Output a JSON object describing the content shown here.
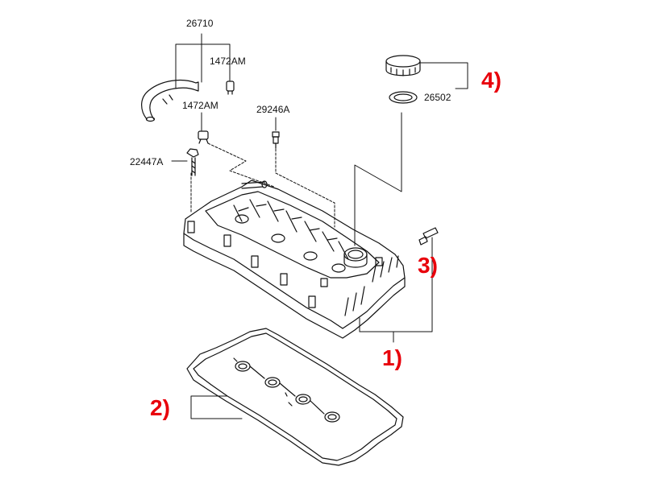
{
  "parts": {
    "hose_part": "26710",
    "clamp_upper": "1472AM",
    "clamp_lower": "1472AM",
    "sensor_part": "29246A",
    "bolt_part": "22447A",
    "gasket_ring_part": "26502"
  },
  "callouts": {
    "cover": "1)",
    "gasket": "2)",
    "breather": "3)",
    "oil_cap": "4)"
  },
  "colors": {
    "callout": "#e8000b",
    "line": "#111111"
  }
}
